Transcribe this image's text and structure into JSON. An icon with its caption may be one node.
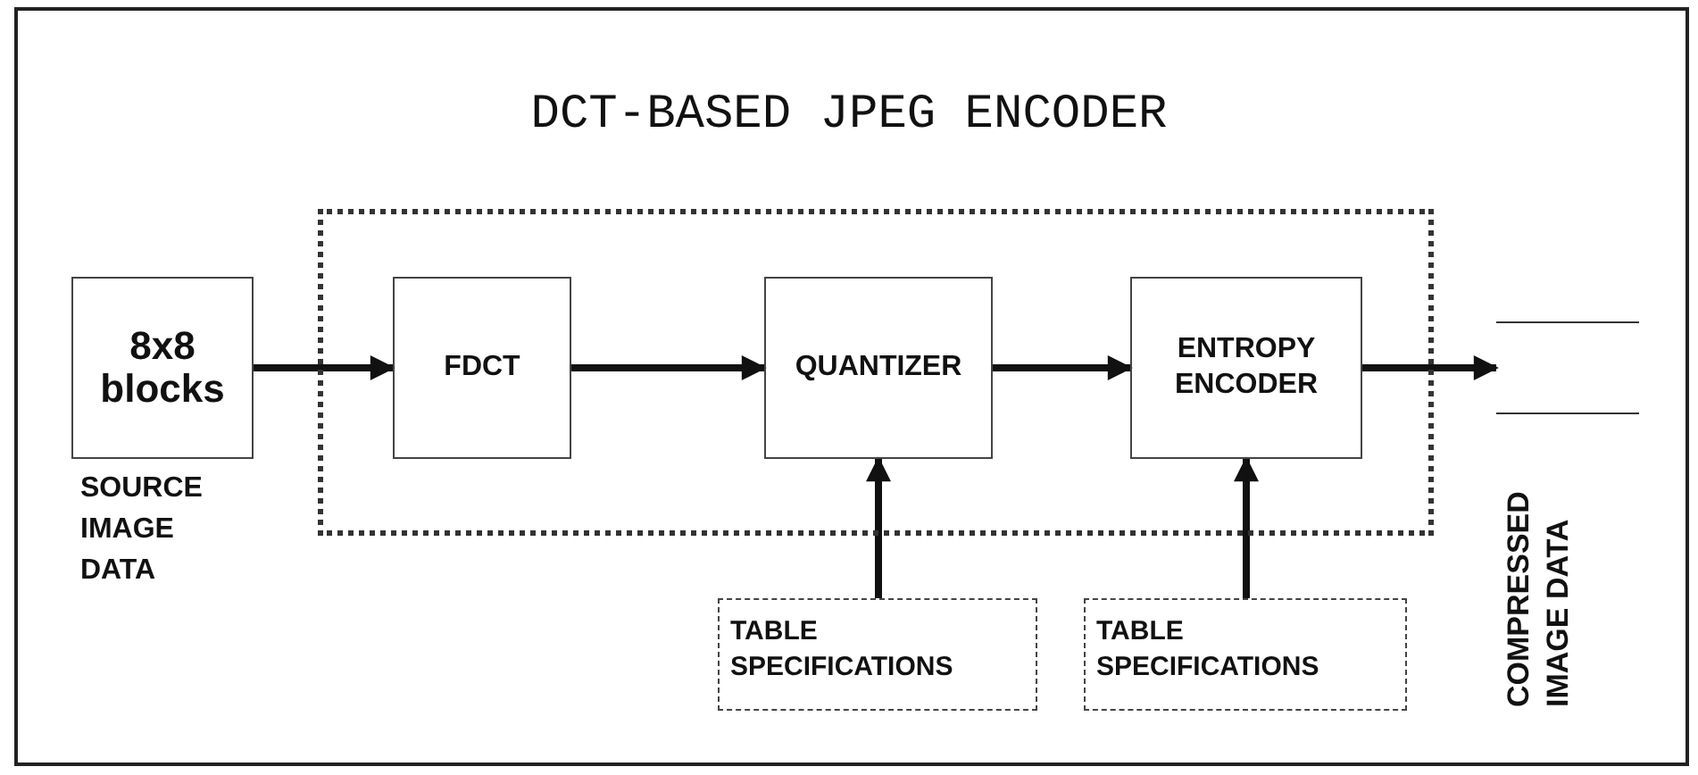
{
  "diagram": {
    "title": "DCT-BASED JPEG ENCODER",
    "nodes": [
      {
        "text": [
          "8x8 blocks"
        ],
        "beside": [
          "SOURCE IMAGE DATA"
        ]
      },
      {
        "text": [],
        "shape": "box"
      },
      {
        "text": [
          "FDCT"
        ],
        "in": 1
      },
      {
        "text": [
          "QUANTIZER"
        ],
        "in": 1
      },
      {
        "text": [
          "ENTROPY ENCODER"
        ],
        "in": 1
      },
      {
        "text": [],
        "shape": "box",
        "beside": [
          "COMPRESSED IMAGE DATA"
        ]
      },
      {
        "text": [
          "TABLE SPECIFICATIONS"
        ]
      },
      {
        "text": [
          "TABLE SPECIFICATIONS"
        ]
      }
    ],
    "edges": [
      {
        "from": 0,
        "to": 2,
        "arrow": "to"
      },
      {
        "from": 2,
        "to": 3,
        "arrow": "to"
      },
      {
        "from": 3,
        "to": 4,
        "arrow": "to"
      },
      {
        "from": 4,
        "to": 5,
        "arrow": "to"
      },
      {
        "from": 6,
        "to": 3,
        "arrow": "to"
      },
      {
        "from": 7,
        "to": 4,
        "arrow": "to"
      }
    ]
  }
}
